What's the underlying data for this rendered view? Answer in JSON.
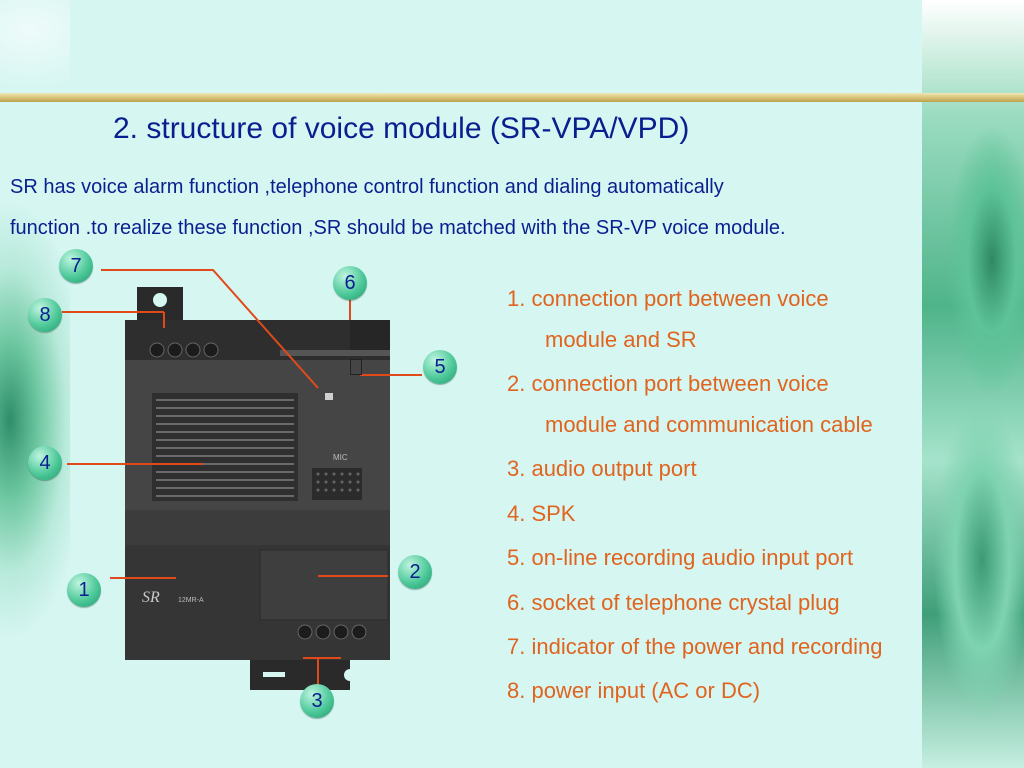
{
  "title": "2. structure of voice module (SR-VPA/VPD)",
  "intro": {
    "line1": "SR has voice alarm function ,telephone control function and dialing automatically",
    "line2": "function .to realize these function ,SR should be matched with the SR-VP voice module."
  },
  "callouts": [
    "1",
    "2",
    "3",
    "4",
    "5",
    "6",
    "7",
    "8"
  ],
  "device_labels": {
    "mic": "MIC",
    "brand": "SR",
    "model": "12MR-A"
  },
  "list": [
    {
      "line1": "1. connection port between voice",
      "line2": "module and SR"
    },
    {
      "line1": "2. connection port between voice",
      "line2": "module and communication cable"
    },
    {
      "line1": "3. audio output port"
    },
    {
      "line1": "4. SPK"
    },
    {
      "line1": "5. on-line recording audio input port"
    },
    {
      "line1": "6. socket of telephone crystal plug"
    },
    {
      "line1": "7. indicator of the power and recording"
    },
    {
      "line1": "8. power input (AC or DC)"
    }
  ],
  "colors": {
    "title": "#0a1f8f",
    "list": "#e0641e",
    "leader": "#e04a1a",
    "callout": "#4ec99a"
  }
}
